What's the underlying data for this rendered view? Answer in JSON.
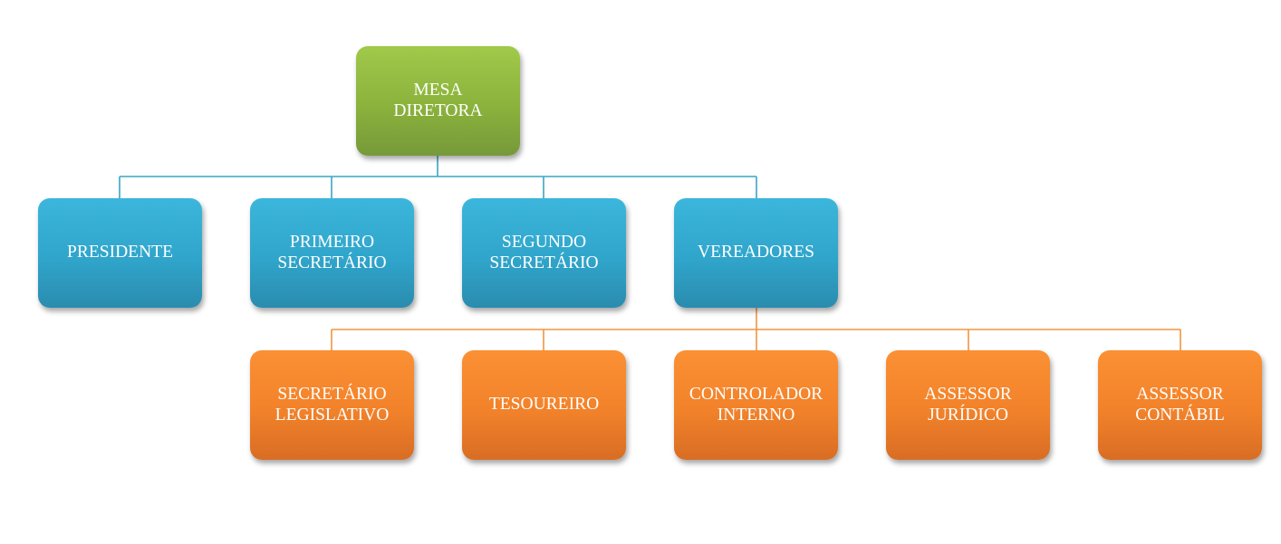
{
  "diagram": {
    "root": {
      "label": "MESA\nDIRETORA",
      "color": "#8bb23c"
    },
    "level1": [
      {
        "label": "PRESIDENTE"
      },
      {
        "label": "PRIMEIRO\nSECRETÁRIO"
      },
      {
        "label": "SEGUNDO\nSECRETÁRIO"
      },
      {
        "label": "VEREADORES"
      }
    ],
    "level2": [
      {
        "label": "SECRETÁRIO\nLEGISLATIVO"
      },
      {
        "label": "TESOUREIRO"
      },
      {
        "label": "CONTROLADOR\nINTERNO"
      },
      {
        "label": "ASSESSOR\nJURÍDICO"
      },
      {
        "label": "ASSESSOR\nCONTÁBIL"
      }
    ],
    "colors": {
      "level1": "#30a5cb",
      "level2": "#f2822a",
      "connector_level1": "#3aa5c4",
      "connector_level2": "#f2953f"
    }
  }
}
